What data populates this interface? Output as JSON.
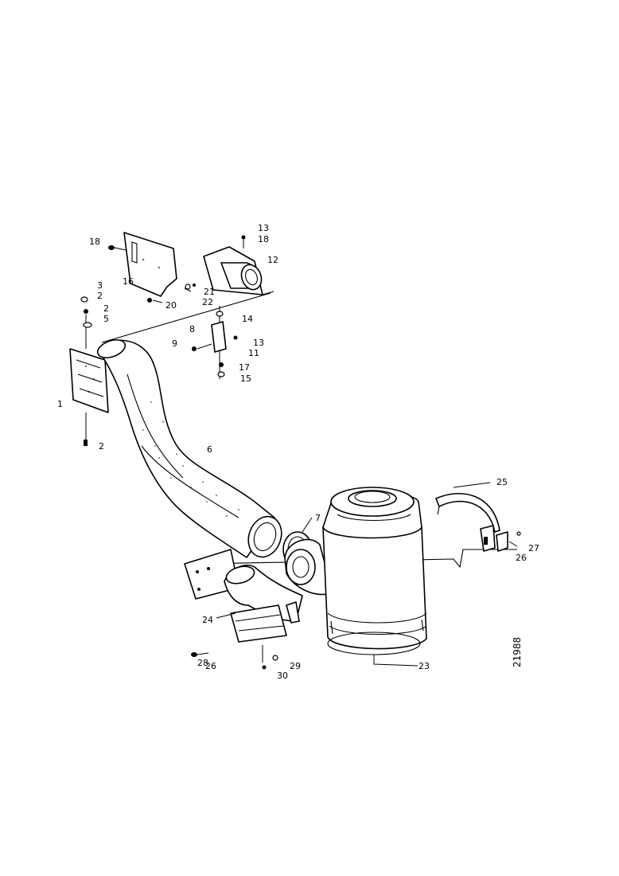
{
  "drawing": {
    "document_number": "21988",
    "callouts": {
      "c1": "1",
      "c2a": "2",
      "c2b": "2",
      "c2c": "2",
      "c3": "3",
      "c5": "5",
      "c6": "6",
      "c7": "7",
      "c8": "8",
      "c9": "9",
      "c11": "11",
      "c12": "12",
      "c13a": "13",
      "c13b": "13",
      "c14": "14",
      "c15": "15",
      "c16": "16",
      "c17": "17",
      "c18a": "18",
      "c18b": "18",
      "c20": "20",
      "c21": "21",
      "c22": "22",
      "c23": "23",
      "c24": "24",
      "c25": "25",
      "c26a": "26",
      "c26b": "26",
      "c27": "27",
      "c28": "28",
      "c29": "29",
      "c30": "30"
    }
  }
}
